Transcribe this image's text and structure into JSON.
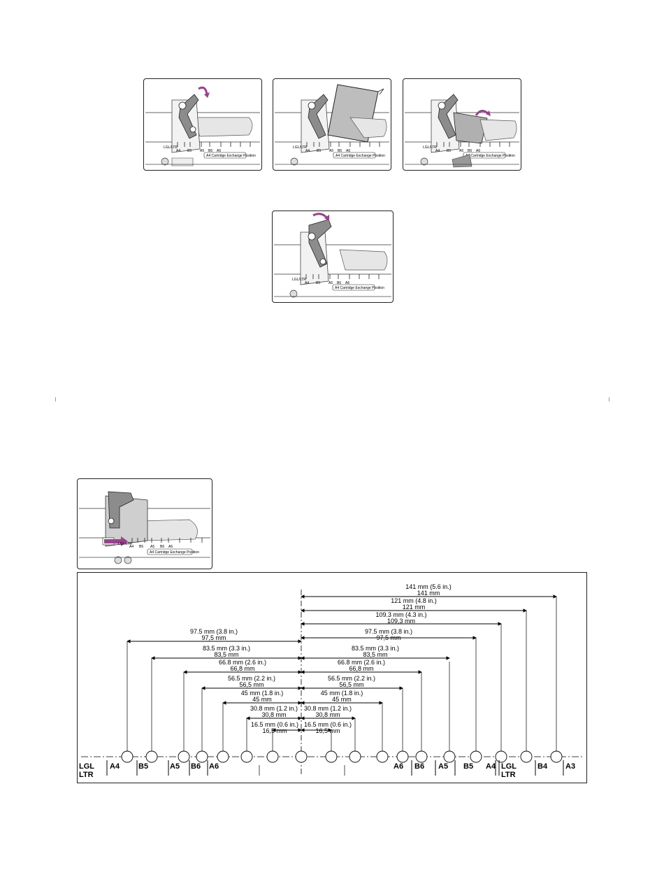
{
  "panels": {
    "ruler_labels": [
      "LGL/LTR",
      "A4",
      "B5",
      "A5",
      "B6",
      "A6"
    ],
    "callout": "A4 Cartridge Exchange Position"
  },
  "dimensions": [
    {
      "line1": "141 mm (5.6 in.)",
      "line2": "141 mm"
    },
    {
      "line1": "121 mm (4.8 in.)",
      "line2": "121 mm"
    },
    {
      "line1": "109.3 mm (4.3 in.)",
      "line2": "109,3 mm"
    },
    {
      "line1": "97.5 mm (3.8 in.)",
      "line2": "97,5 mm"
    },
    {
      "line1": "97.5 mm (3.8 in.)",
      "line2": "97,5 mm"
    },
    {
      "line1": "83.5 mm (3.3 in.)",
      "line2": "83,5 mm"
    },
    {
      "line1": "83.5 mm (3.3 in.)",
      "line2": "83,5 mm"
    },
    {
      "line1": "66.8 mm (2.6 in.)",
      "line2": "66,8 mm"
    },
    {
      "line1": "66.8 mm (2.6 in.)",
      "line2": "66,8 mm"
    },
    {
      "line1": "56.5 mm (2.2 in.)",
      "line2": "56,5 mm"
    },
    {
      "line1": "56.5 mm (2.2 in.)",
      "line2": "56,5 mm"
    },
    {
      "line1": "45 mm (1.8 in.)",
      "line2": "45 mm"
    },
    {
      "line1": "45 mm (1.8 in.)",
      "line2": "45 mm"
    },
    {
      "line1": "30.8 mm (1.2 in.)",
      "line2": "30,8 mm"
    },
    {
      "line1": "30.8 mm (1.2 in.)",
      "line2": "30,8 mm"
    },
    {
      "line1": "16.5 mm (0.6 in.)",
      "line2": "16,5 mm"
    },
    {
      "line1": "16.5 mm (0.6 in.)",
      "line2": "16,5 mm"
    }
  ],
  "paper_sizes": {
    "lgl": "LGL",
    "ltr": "LTR",
    "a4": "A4",
    "b5": "B5",
    "a5": "A5",
    "b6": "B6",
    "a6": "A6",
    "a6r": "A6",
    "b6r": "B6",
    "a5r": "A5",
    "b5r": "B5",
    "a4r": "A4",
    "lglr": "LGL",
    "ltrr": "LTR",
    "b4": "B4",
    "a3": "A3"
  },
  "colors": {
    "arrow": "#9b3f8f",
    "line": "#000000",
    "gray": "#bdbdbd"
  }
}
